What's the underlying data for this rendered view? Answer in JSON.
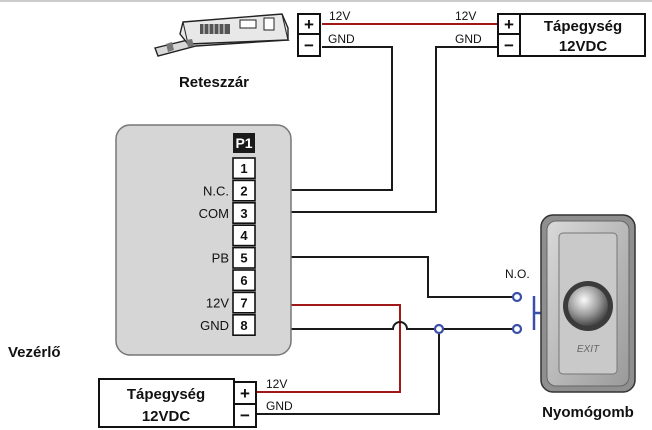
{
  "lock": {
    "label": "Reteszzár",
    "term_plus": "+",
    "term_minus": "−",
    "wire_pos": "12V",
    "wire_neg": "GND"
  },
  "psu_top": {
    "title": "Tápegység",
    "subtitle": "12VDC",
    "term_plus": "+",
    "term_minus": "−",
    "wire_pos": "12V",
    "wire_neg": "GND"
  },
  "controller": {
    "label": "Vezérlő",
    "connector": "P1",
    "pins": [
      {
        "num": "1",
        "label": ""
      },
      {
        "num": "2",
        "label": "N.C."
      },
      {
        "num": "3",
        "label": "COM"
      },
      {
        "num": "4",
        "label": ""
      },
      {
        "num": "5",
        "label": "PB"
      },
      {
        "num": "6",
        "label": ""
      },
      {
        "num": "7",
        "label": "12V"
      },
      {
        "num": "8",
        "label": "GND"
      }
    ]
  },
  "switch": {
    "contact_label": "N.O."
  },
  "button": {
    "label": "Nyomógomb",
    "text": "EXIT"
  },
  "psu_bottom": {
    "title": "Tápegység",
    "subtitle": "12VDC",
    "term_plus": "+",
    "term_minus": "−",
    "wire_pos": "12V",
    "wire_neg": "GND"
  },
  "colors": {
    "wire_12v": "#a01818",
    "wire_gnd": "#1a1a1a",
    "junction": "#3a4fa8",
    "panel": "#d6d6d6"
  }
}
